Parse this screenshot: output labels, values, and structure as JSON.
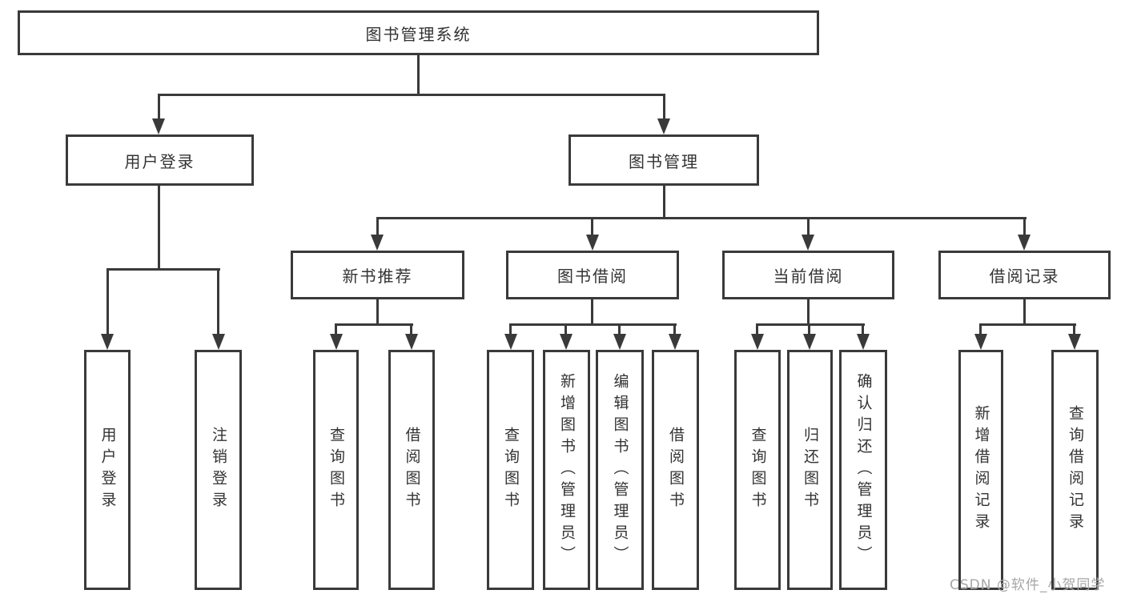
{
  "tree": {
    "label": "图书管理系统",
    "children": [
      {
        "label": "用户登录",
        "children": [
          {
            "label": "用户登录"
          },
          {
            "label": "注销登录"
          }
        ]
      },
      {
        "label": "图书管理",
        "children": [
          {
            "label": "新书推荐",
            "children": [
              {
                "label": "查询图书"
              },
              {
                "label": "借阅图书"
              }
            ]
          },
          {
            "label": "图书借阅",
            "children": [
              {
                "label": "查询图书"
              },
              {
                "label": "新增图书（管理员）"
              },
              {
                "label": "编辑图书（管理员）"
              },
              {
                "label": "借阅图书"
              }
            ]
          },
          {
            "label": "当前借阅",
            "children": [
              {
                "label": "查询图书"
              },
              {
                "label": "归还图书"
              },
              {
                "label": "确认归还（管理员）"
              }
            ]
          },
          {
            "label": "借阅记录",
            "children": [
              {
                "label": "新增借阅记录"
              },
              {
                "label": "查询借阅记录"
              }
            ]
          }
        ]
      }
    ]
  },
  "watermark": "CSDN @软件_小贺同学",
  "colors": {
    "line": "#3a3a3a",
    "text": "#333333",
    "watermark": "#a6a6a6",
    "background": "#ffffff"
  }
}
